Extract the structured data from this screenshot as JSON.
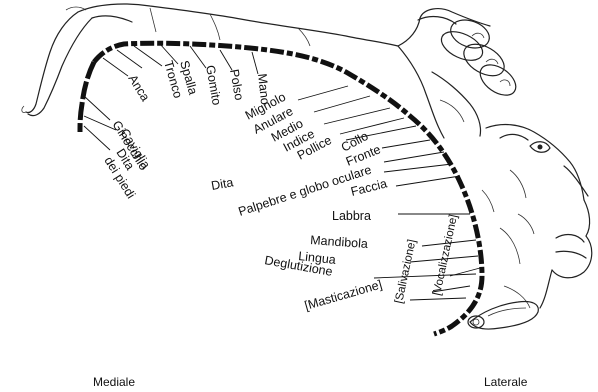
{
  "labels": {
    "anca": "Anca",
    "tronco": "Tronco",
    "spalla": "Spalla",
    "gomito": "Gomito",
    "polso": "Polso",
    "mano": "Mano",
    "ginocchio": "Ginocchio",
    "caviglia": "Caviglia",
    "dita_piedi_1": "Dita",
    "dita_piedi_2": "dei piedi",
    "mignolo": "Mignolo",
    "anulare": "Anulare",
    "medio": "Medio",
    "indice": "Indice",
    "pollice": "Pollice",
    "collo": "Collo",
    "fronte": "Fronte",
    "dita": "Dita",
    "palpebre": "Palpebre e globo oculare",
    "faccia": "Faccia",
    "labbra": "Labbra",
    "mandibola": "Mandibola",
    "lingua": "Lingua",
    "deglutizione": "Deglutizione",
    "masticazione": "[Masticazione]",
    "salivazione": "[Salivazione]",
    "vocalizzazione": "[Vocalizzazione]"
  },
  "footer": {
    "mediale": "Mediale",
    "laterale": "Laterale"
  }
}
